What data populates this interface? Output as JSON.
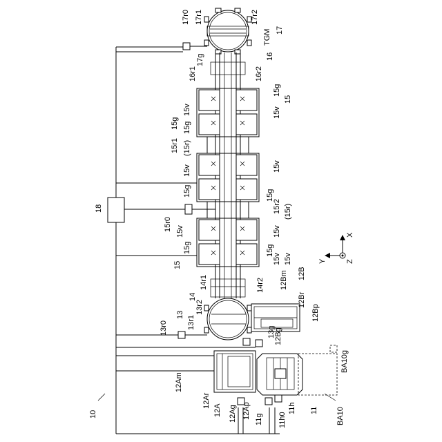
{
  "labels": {
    "system": "10",
    "controller": "18",
    "transfer_module": "17",
    "transfer_mechanism": "TGM",
    "r17r0": "17r0",
    "r17r1": "17r1",
    "r17r2": "17r2",
    "r17g": "17g",
    "r16": "16",
    "r16r1": "16r1",
    "r16r2": "16r2",
    "r15_top": "15",
    "r15_bottom": "15",
    "r15g_1": "15g",
    "r15g_2": "15g",
    "r15g_3": "15g",
    "r15g_4": "15g",
    "r15g_5": "15g",
    "r15g_6": "15g",
    "r15g_7": "15g",
    "r15v_1": "15v",
    "r15v_2": "15v",
    "r15v_3": "15v",
    "r15v_4": "15v",
    "r15v_5": "15v",
    "r15v_6": "15v",
    "r15v_7": "15v",
    "r15v_8": "15v",
    "r15r1": "15r1",
    "r15r1_paren": "(15r)",
    "r15r2": "15r2",
    "r15r2_paren": "(15r)",
    "r15r0": "15r0",
    "r14": "14",
    "r14r1": "14r1",
    "r14r2": "14r2",
    "r13": "13",
    "r13r0": "13r0",
    "r13r1": "13r1",
    "r13r2": "13r2",
    "r13g": "13g",
    "r12B": "12B",
    "r12Bm": "12Bm",
    "r12Br": "12Br",
    "r12Bp": "12Bp",
    "r12Bg": "12Bg",
    "r12A": "12A",
    "r12Am": "12Am",
    "r12Ar": "12Ar",
    "r12Ag": "12Ag",
    "r12Ap": "12Ap",
    "r11": "11",
    "r11g": "11g",
    "r11h0": "11h0",
    "r11h": "11h",
    "rBA10": "BA10",
    "rBA10g": "BA10g",
    "axis_x": "X",
    "axis_y": "Y",
    "axis_z": "Z"
  }
}
